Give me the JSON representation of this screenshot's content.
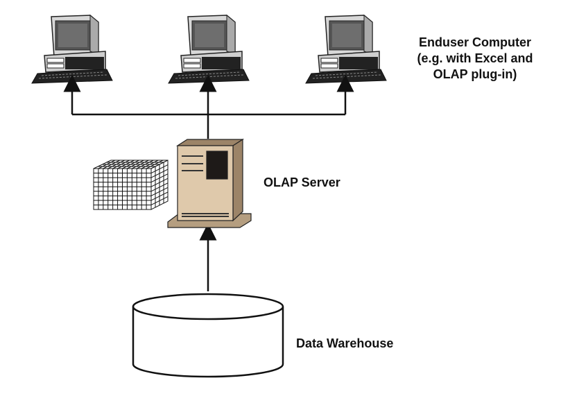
{
  "labels": {
    "enduser_line1": "Enduser Computer",
    "enduser_line2": "(e.g. with Excel and",
    "enduser_line3": "OLAP plug-in)",
    "olap_server": "OLAP Server",
    "data_warehouse": "Data Warehouse"
  },
  "colors": {
    "server_front": "#dfc9ab",
    "server_side": "#9c8468",
    "server_top": "#b59e80",
    "lines": "#111111"
  }
}
